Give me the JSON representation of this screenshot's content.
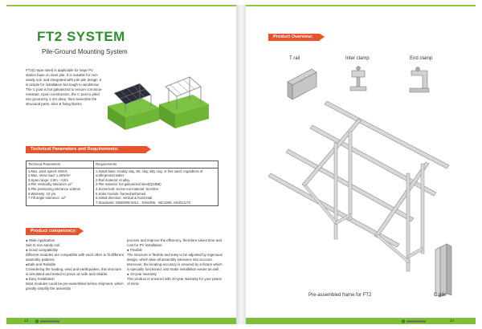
{
  "header": {
    "title": "FT2 SYSTEM",
    "subtitle": "Pile-Ground Mounting System"
  },
  "intro": {
    "text": "FT2(C-type steel) is applicable for large PV station base on steel pile. It is suitable for non-sandy soil, and integrated with pile-pile design. It is simple for installation but tough to windstrow. The C post is hot galvanized to ensure corrosion-resistant. Upon construction, the C post is piled into ground by 1-2m deep, then assemble the structural parts, slice & fixing blocks."
  },
  "tech": {
    "heading": "Technical Parameters and Requirements:",
    "col_headers": [
      "Technical Parameters",
      "Requirements"
    ],
    "params": [
      "1.Max. wind speed: 60m/s",
      "2.Max. snow load: 1.4KN/m²",
      "3.Span range: 2.8m - 4.0m",
      "4.Pile Verticality tolerance ±2°",
      "5.Pile positioning tolerance ±15mm",
      "6.Warranty: 10 yrs.",
      "7.Tilt angle tolerance: ±2°"
    ],
    "requirements": [
      "1.Install base: muddy clay, silt, clay, silty clay, or fine sand; regardless of underground water.",
      "2.Rail material: Al alloy",
      "3.Pile material: hot galvanized steel(Q235B)",
      "4.Screw bolt:  Screw nut material: SUS304",
      "5.Solar module: framed/unframed",
      "6.Install direction: vertical & horizontal",
      "7.Standards:  GB50009-2012、DIN1055、IBC2006, AN/ZS1170"
    ]
  },
  "competency": {
    "heading": "Product competency:",
    "left": [
      "● Wide Application",
      "Suit to non-sandy soil.",
      "● Good compatibility",
      "Different modules are compatible with each other to fit different assembly patterns.",
      "●Safe and Reliable",
      "Considering the loading, wind and earthquakes, this structure is simulated and tested to prove as safe and reliable.",
      "● Easy Installation",
      "Most modules could be pre-assembled before shipment, which greatly simplify the assembly"
    ],
    "right": [
      "process and improve the efficiency, therefore saves time and cost for PV installation.",
      "● Flexible",
      "The structure is flexible and easy to be adjusted by ingenious design, which take all assembly tolerance into account. Moreover, the locating accuracy is ensured by a fixture which is specially functioned, and make installation easier as well.",
      "● 10-year warranty",
      "This product is ensured with 10-year warranty for your peace of mind."
    ]
  },
  "overview": {
    "heading": "Product Overview:",
    "labels": {
      "t_rail": "T rail",
      "inter_clamp": "Inter clamp",
      "end_clamp": "End clamp",
      "frame": "Pre-assembled frame for FT2",
      "c_pile": "C pile"
    }
  },
  "footer": {
    "page_left": "13",
    "page_right": "14"
  },
  "colors": {
    "accent_green": "#2f8f2f",
    "banner_orange": "#e7532a",
    "border_green": "#7bbf3a"
  }
}
